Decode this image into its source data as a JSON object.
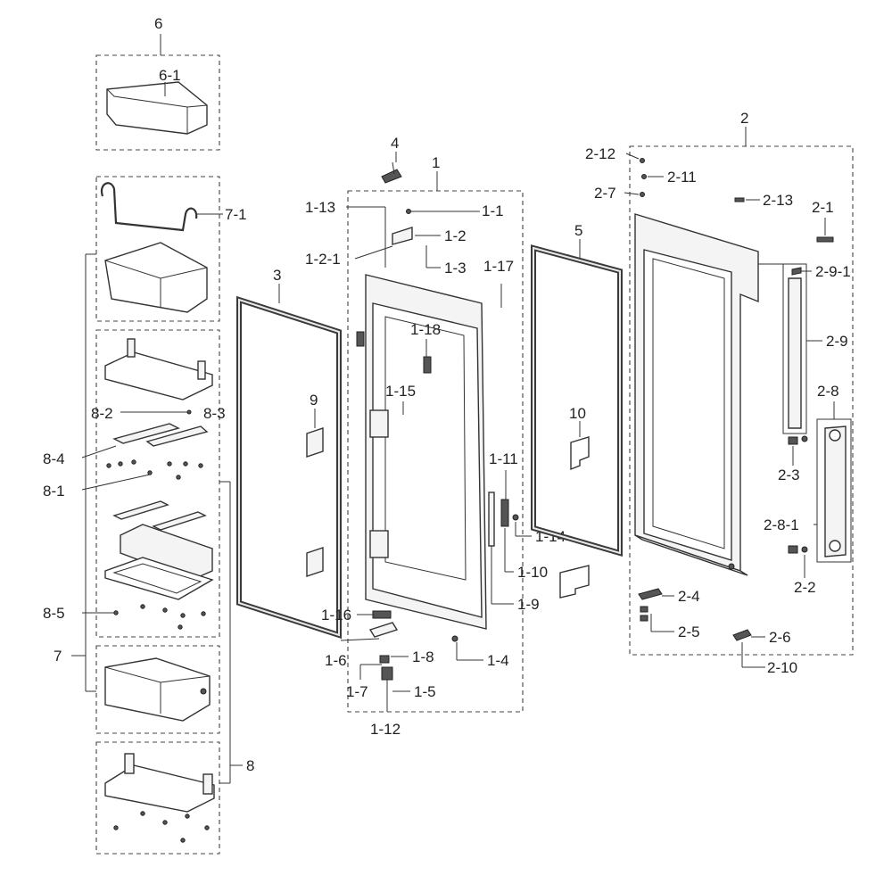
{
  "diagram": {
    "labels": {
      "l6": "6",
      "l6_1": "6-1",
      "l7": "7",
      "l7_1": "7-1",
      "l8": "8",
      "l8_1": "8-1",
      "l8_2": "8-2",
      "l8_3": "8-3",
      "l8_4": "8-4",
      "l8_5": "8-5",
      "l3": "3",
      "l9": "9",
      "l4": "4",
      "l1": "1",
      "l1_1": "1-1",
      "l1_2": "1-2",
      "l1_2_1": "1-2-1",
      "l1_3": "1-3",
      "l1_4": "1-4",
      "l1_5": "1-5",
      "l1_6": "1-6",
      "l1_7": "1-7",
      "l1_8": "1-8",
      "l1_9": "1-9",
      "l1_10": "1-10",
      "l1_11": "1-11",
      "l1_12": "1-12",
      "l1_13": "1-13",
      "l1_14": "1-14",
      "l1_15": "1-15",
      "l1_16": "1-16",
      "l1_17": "1-17",
      "l1_18": "1-18",
      "l5": "5",
      "l10": "10",
      "l2": "2",
      "l2_1": "2-1",
      "l2_2": "2-2",
      "l2_3": "2-3",
      "l2_4": "2-4",
      "l2_5": "2-5",
      "l2_6": "2-6",
      "l2_7": "2-7",
      "l2_8": "2-8",
      "l2_8_1": "2-8-1",
      "l2_9": "2-9",
      "l2_9_1": "2-9-1",
      "l2_10": "2-10",
      "l2_11": "2-11",
      "l2_12": "2-12",
      "l2_13": "2-13"
    }
  }
}
